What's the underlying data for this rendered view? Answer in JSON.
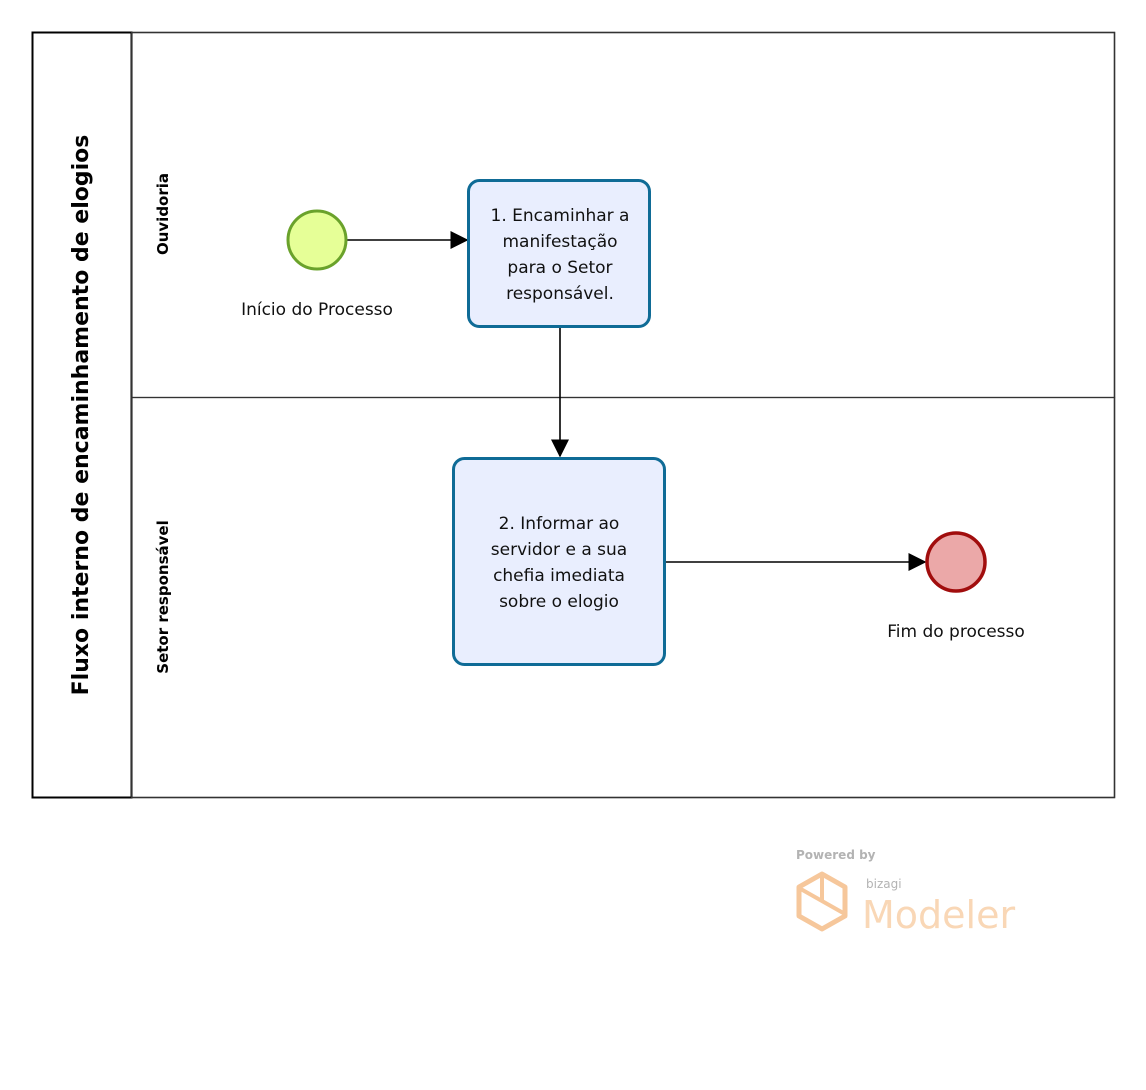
{
  "pool": {
    "title": "Fluxo interno de encaminhamento de elogios"
  },
  "lanes": [
    {
      "title": "Ouvidoria"
    },
    {
      "title": "Setor responsável"
    }
  ],
  "events": {
    "start": {
      "label": "Início do Processo",
      "fill": "#e6ff97",
      "stroke": "#6aa22b"
    },
    "end": {
      "label": "Fim do processo",
      "fill": "#eba8a8",
      "stroke": "#a10d0d"
    }
  },
  "tasks": [
    {
      "lines": [
        "1. Encaminhar a",
        "manifestação",
        "para o Setor",
        "responsável."
      ],
      "fill": "#e9eefe",
      "stroke": "#0f6b96"
    },
    {
      "lines": [
        "2. Informar ao",
        "servidor e a sua",
        "chefia imediata",
        "sobre o elogio"
      ],
      "fill": "#e9eefe",
      "stroke": "#0f6b96"
    }
  ],
  "branding": {
    "powered_by": "Powered by",
    "vendor": "bizagi",
    "product": "Modeler",
    "color": "#f6c79b"
  }
}
